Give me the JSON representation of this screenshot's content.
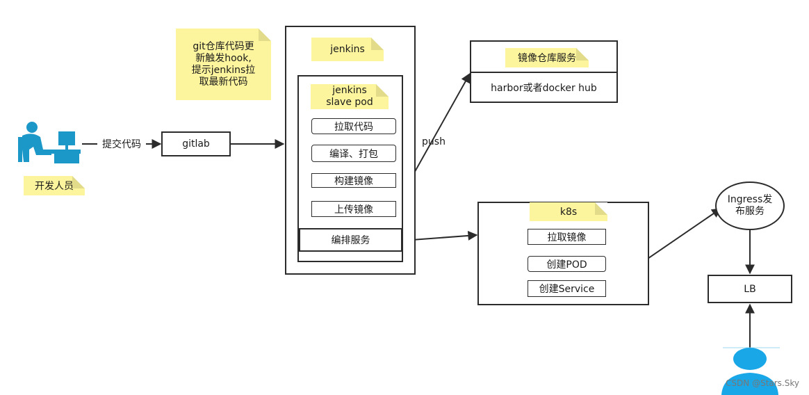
{
  "notes": {
    "hook_note": "git仓库代码更\n新触发hook,\n提示jenkins拉\n取最新代码",
    "jenkins_title": "jenkins",
    "slave_pod_title": "jenkins\nslave pod",
    "registry_title": "镜像仓库服务",
    "k8s_title": "k8s",
    "developer_label": "开发人员"
  },
  "nodes": {
    "gitlab": "gitlab",
    "registry_content": "harbor或者docker hub",
    "ingress": "Ingress发\n布服务",
    "lb": "LB"
  },
  "slave_steps": [
    "拉取代码",
    "编译、打包",
    "构建镜像",
    "上传镜像"
  ],
  "orchestrate": "编排服务",
  "k8s_steps": [
    "拉取镜像",
    "创建POD",
    "创建Service"
  ],
  "edge_labels": {
    "commit": "提交代码",
    "push": "push"
  },
  "watermark": "CSDN @Stars.Sky",
  "colors": {
    "developer_icon": "#1b97c8",
    "user_icon": "#1aa7e8",
    "note_fill": "#fdf59d",
    "line": "#2b2b2b"
  }
}
